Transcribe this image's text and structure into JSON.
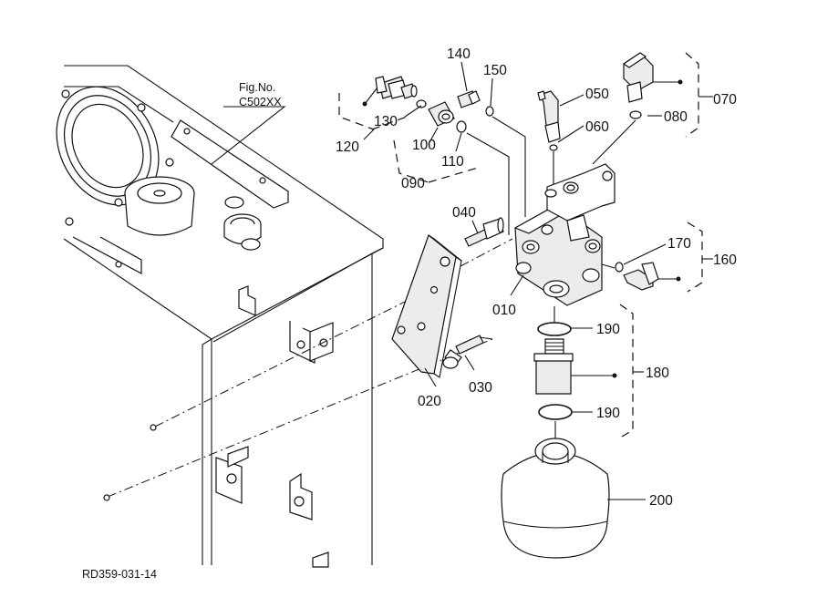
{
  "figure": {
    "fig_label": "Fig.No.",
    "fig_number": "C502XX",
    "drawing_code": "RD359-031-14"
  },
  "callouts": [
    {
      "id": "010",
      "label": "010"
    },
    {
      "id": "020",
      "label": "020"
    },
    {
      "id": "030",
      "label": "030"
    },
    {
      "id": "040",
      "label": "040"
    },
    {
      "id": "050",
      "label": "050"
    },
    {
      "id": "060",
      "label": "060"
    },
    {
      "id": "070",
      "label": "070"
    },
    {
      "id": "080",
      "label": "080"
    },
    {
      "id": "090",
      "label": "090"
    },
    {
      "id": "100",
      "label": "100"
    },
    {
      "id": "110",
      "label": "110"
    },
    {
      "id": "120",
      "label": "120"
    },
    {
      "id": "130",
      "label": "130"
    },
    {
      "id": "140",
      "label": "140"
    },
    {
      "id": "150",
      "label": "150"
    },
    {
      "id": "160",
      "label": "160"
    },
    {
      "id": "170",
      "label": "170"
    },
    {
      "id": "180",
      "label": "180"
    },
    {
      "id": "190a",
      "label": "190"
    },
    {
      "id": "190b",
      "label": "190"
    },
    {
      "id": "200",
      "label": "200"
    }
  ]
}
